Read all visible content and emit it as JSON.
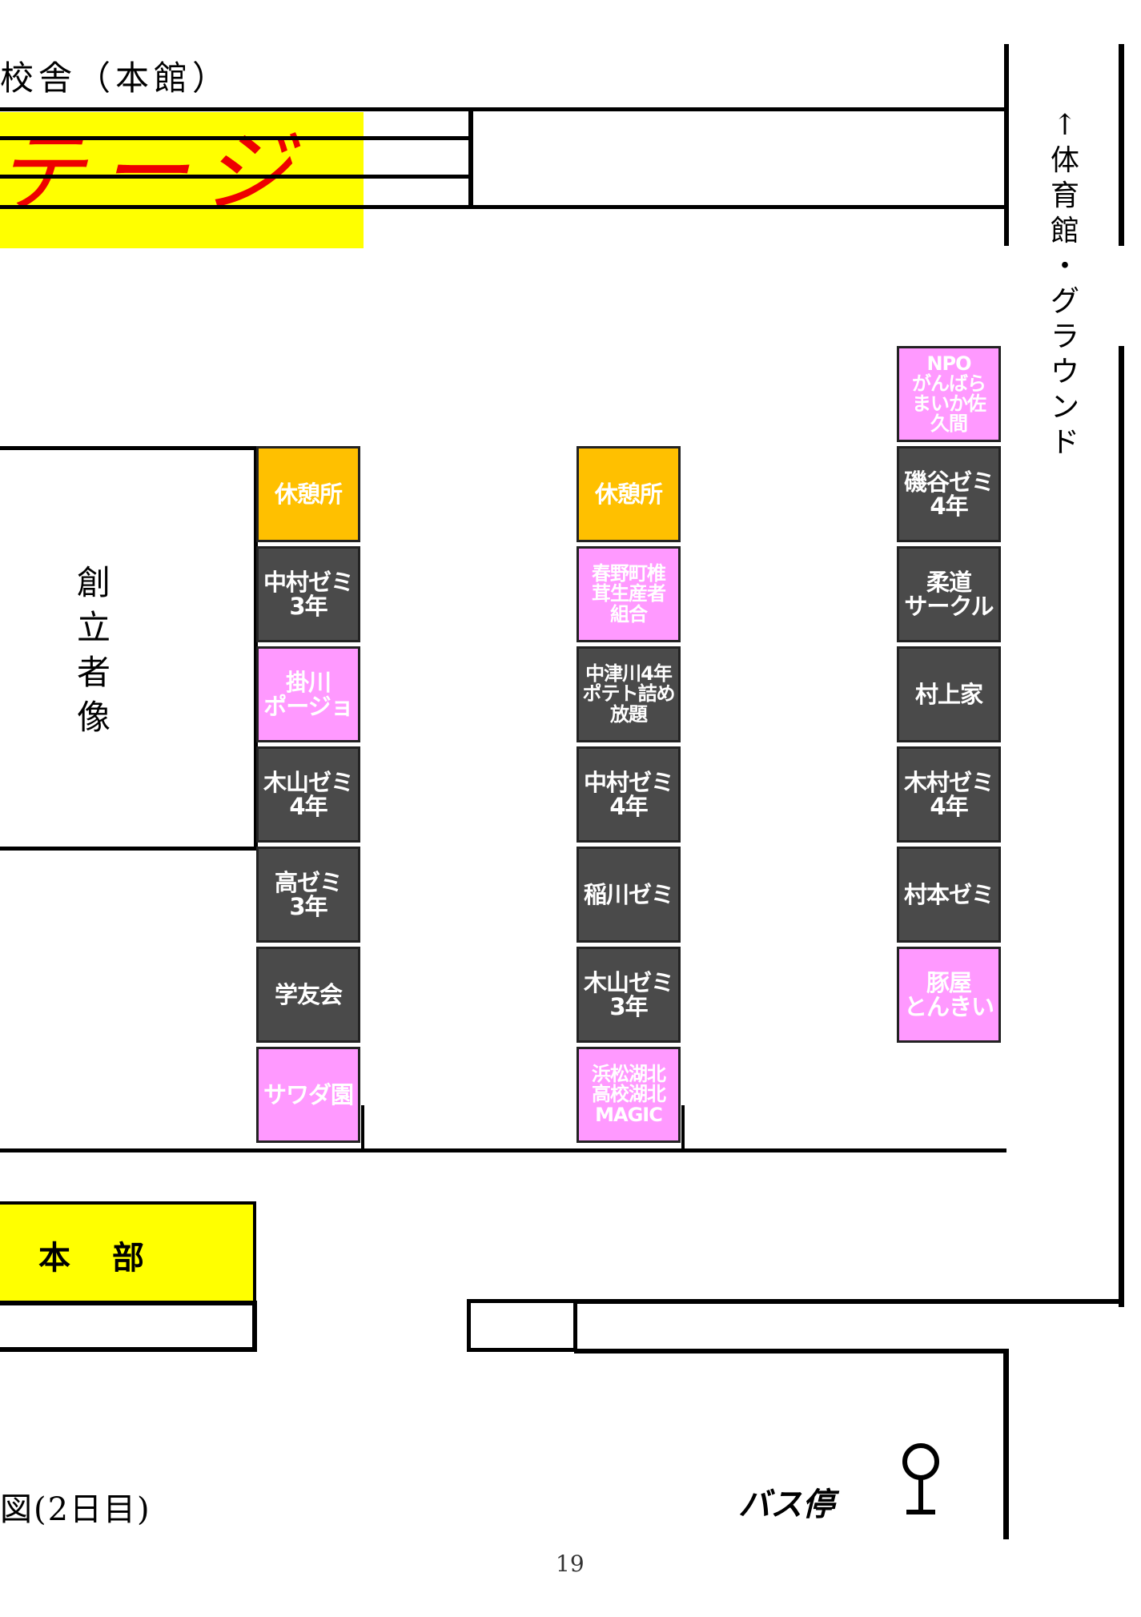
{
  "header": {
    "building_label": "校舎（本館）",
    "stage_label": "テージ"
  },
  "founder_statue": "創\n立\n者\n像",
  "gym_label": "↑\n体\n育\n館\n・\nグ\nラ\nウ\nン\nド",
  "honbu_label": "本　部",
  "bus_stop_label": "バス停",
  "map_caption": "図(2日目)",
  "page_number": "19",
  "colors": {
    "gray": "#4a4a4a",
    "pink": "#ff99ff",
    "orange": "#ffc000",
    "yellow": "#ffff00",
    "stage_text": "#ee0000"
  },
  "columns": [
    {
      "booths": [
        {
          "label": "休憩所",
          "color": "orange"
        },
        {
          "label": "中村ゼミ\n3年",
          "color": "gray"
        },
        {
          "label": "掛川\nポージョ",
          "color": "pink"
        },
        {
          "label": "木山ゼミ\n4年",
          "color": "gray"
        },
        {
          "label": "高ゼミ\n3年",
          "color": "gray"
        },
        {
          "label": "学友会",
          "color": "gray"
        },
        {
          "label": "サワダ園",
          "color": "pink"
        }
      ]
    },
    {
      "booths": [
        {
          "label": "休憩所",
          "color": "orange"
        },
        {
          "label": "春野町椎\n茸生産者\n組合",
          "color": "pink"
        },
        {
          "label": "中津川4年\nポテト詰め\n放題",
          "color": "gray"
        },
        {
          "label": "中村ゼミ\n4年",
          "color": "gray"
        },
        {
          "label": "稲川ゼミ",
          "color": "gray"
        },
        {
          "label": "木山ゼミ\n3年",
          "color": "gray"
        },
        {
          "label": "浜松湖北\n高校湖北\nMAGIC",
          "color": "pink"
        }
      ]
    },
    {
      "booths": [
        {
          "label": "NPO\nがんばら\nまいか佐\n久間",
          "color": "pink"
        },
        {
          "label": "磯谷ゼミ\n4年",
          "color": "gray"
        },
        {
          "label": "柔道\nサークル",
          "color": "gray"
        },
        {
          "label": "村上家",
          "color": "gray"
        },
        {
          "label": "木村ゼミ\n4年",
          "color": "gray"
        },
        {
          "label": "村本ゼミ",
          "color": "gray"
        },
        {
          "label": "豚屋\nとんきい",
          "color": "pink"
        }
      ]
    }
  ]
}
